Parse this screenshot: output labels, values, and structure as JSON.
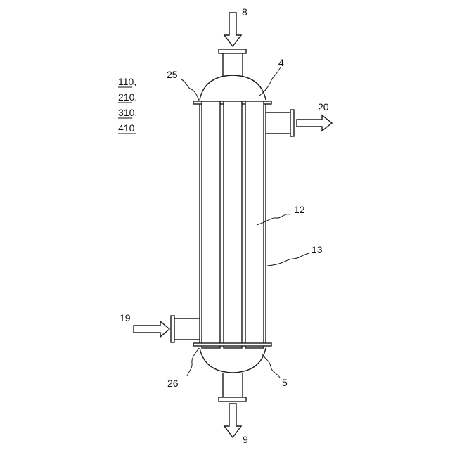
{
  "figure": {
    "reference_labels": [
      "110,",
      "210,",
      "310,",
      "410"
    ],
    "labels": {
      "top_inlet": "8",
      "bottom_outlet": "9",
      "shell_outlet": "20",
      "shell_inlet": "19",
      "top_head": "4",
      "bottom_head": "5",
      "top_tube_sheet": "25",
      "bottom_tube_sheet": "26",
      "tube": "12",
      "shell": "13"
    }
  }
}
